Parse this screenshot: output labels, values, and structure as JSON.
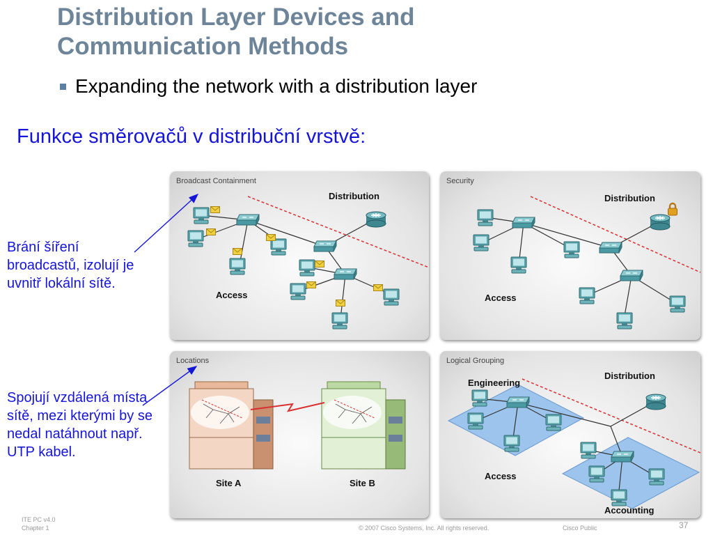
{
  "slide": {
    "title_line1": "Distribution Layer Devices and",
    "title_line2": "Communication Methods",
    "bullet": "Expanding the network with a distribution layer",
    "subtitle": "Funkce směrovačů v distribuční vrstvě:"
  },
  "notes": {
    "note1": "Brání šíření broadcastů, izolují je uvnitř lokální sítě.",
    "note2": "Spojují vzdálená místa sítě, mezi kterými by se nedal natáhnout např. UTP kabel."
  },
  "panels": {
    "broadcast": {
      "title": "Broadcast Containment",
      "distribution": "Distribution",
      "access": "Access"
    },
    "security": {
      "title": "Security",
      "distribution": "Distribution",
      "access": "Access"
    },
    "locations": {
      "title": "Locations",
      "site_a": "Site A",
      "site_b": "Site B"
    },
    "logical": {
      "title": "Logical Grouping",
      "engineering": "Engineering",
      "distribution": "Distribution",
      "access": "Access",
      "accounting": "Accounting"
    }
  },
  "footer": {
    "course": "ITE PC v4.0",
    "chapter": "Chapter 1",
    "copyright": "© 2007 Cisco Systems, Inc. All rights reserved.",
    "classification": "Cisco Public",
    "page": "37"
  },
  "colors": {
    "title": "#6d8499",
    "annotation_blue": "#1515d8",
    "bullet": "#5d7fa3",
    "divider_red": "#d83030",
    "router_teal": "#4b9aa3",
    "pc_teal": "#5aa3aa",
    "envelope": "#f0d040",
    "lock": "#e0a020",
    "floor_blue": "#9cc4ec"
  },
  "icons": [
    "router-icon",
    "switch-icon",
    "pc-icon",
    "envelope-icon",
    "lock-icon",
    "building-icon",
    "wan-link-icon",
    "arrow-icon"
  ]
}
